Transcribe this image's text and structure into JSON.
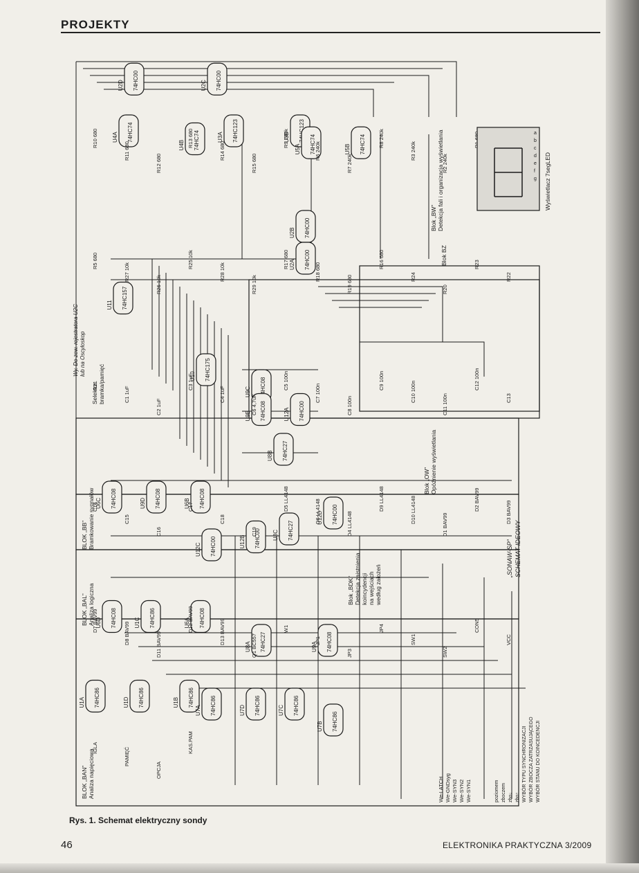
{
  "header": {
    "title": "PROJEKTY"
  },
  "caption": "Rys. 1. Schemat elektryczny sondy",
  "footer": {
    "page": "46",
    "journal": "ELEKTRONIKA PRAKTYCZNA 3/2009"
  },
  "schematic": {
    "title_lines": [
      "„SONAW-SP”",
      "SCHEMAT IDEOWY"
    ],
    "blocks": [
      {
        "id": "ban",
        "lines": [
          "BLOK „BAN”",
          "Analiza napięciowa"
        ]
      },
      {
        "id": "bal",
        "lines": [
          "BLOK „BAL”",
          "Analiza logiczna"
        ]
      },
      {
        "id": "bb",
        "lines": [
          "BLOK „BB”",
          "Bramkowanie sygnałów"
        ]
      },
      {
        "id": "bdk",
        "lines": [
          "Blok „BDK”",
          "Detekcja zaistnienia",
          "koincydencji",
          "na wejściach",
          "według założeń"
        ]
      },
      {
        "id": "ow",
        "lines": [
          "Blok „OW”",
          "Opóźnienie wyświetlania"
        ]
      },
      {
        "id": "bw",
        "lines": [
          "Blok „BW”",
          "Detekcja fali i organizacja wyświetlania"
        ]
      },
      {
        "id": "bz",
        "lines": [
          "Blok BZ"
        ]
      },
      {
        "id": "sel",
        "lines": [
          "Selektor",
          "bramka/pamięć"
        ]
      }
    ],
    "chips": [
      {
        "ref": "U2D",
        "part": "74HC00"
      },
      {
        "ref": "U2C",
        "part": "74HC00"
      },
      {
        "ref": "U4A",
        "part": "74HC74"
      },
      {
        "ref": "U4B",
        "part": "74HC74"
      },
      {
        "ref": "U3A",
        "part": "74HC123"
      },
      {
        "ref": "U3B",
        "part": "74HC123"
      },
      {
        "ref": "U5A",
        "part": "74HC74"
      },
      {
        "ref": "U5B",
        "part": "74HC74"
      },
      {
        "ref": "U2B",
        "part": "74HC00"
      },
      {
        "ref": "U2A",
        "part": "74HC00"
      },
      {
        "ref": "U11",
        "part": "74HC157"
      },
      {
        "ref": "U10",
        "part": "74HC175"
      },
      {
        "ref": "U9C",
        "part": "74HC08"
      },
      {
        "ref": "U9B",
        "part": "74HC08"
      },
      {
        "ref": "U12A",
        "part": "74HC00"
      },
      {
        "ref": "U6C",
        "part": "74HC08"
      },
      {
        "ref": "U9D",
        "part": "74HC08"
      },
      {
        "ref": "U6B",
        "part": "74HC08"
      },
      {
        "ref": "U12C",
        "part": "74HC00"
      },
      {
        "ref": "U12B",
        "part": "74HC00"
      },
      {
        "ref": "U8B",
        "part": "74HC27"
      },
      {
        "ref": "U8C",
        "part": "74HC27"
      },
      {
        "ref": "U12D",
        "part": "74HC00"
      },
      {
        "ref": "U6D",
        "part": "74HC08"
      },
      {
        "ref": "U1C",
        "part": "74HC86"
      },
      {
        "ref": "U6A",
        "part": "74HC08"
      },
      {
        "ref": "U1A",
        "part": "74HC86"
      },
      {
        "ref": "U1D",
        "part": "74HC86"
      },
      {
        "ref": "U1B",
        "part": "74HC86"
      },
      {
        "ref": "U8A",
        "part": "74HC27"
      },
      {
        "ref": "U9A",
        "part": "74HC08"
      },
      {
        "ref": "U7A",
        "part": "74HC86"
      },
      {
        "ref": "U7D",
        "part": "74HC86"
      },
      {
        "ref": "U7C",
        "part": "74HC86"
      },
      {
        "ref": "U7B",
        "part": "74HC86"
      }
    ],
    "parts": [
      "R10 680",
      "R11 680",
      "R12 680",
      "R13 680",
      "R14 680",
      "R15 680",
      "R9 240k",
      "R6 240k",
      "R7 240k",
      "R8 240k",
      "R3 240k",
      "R2 240k",
      "R1 680",
      "R4 680",
      "R5 680",
      "R27 10k",
      "R26 10k",
      "R25 10k",
      "R28 10k",
      "R29 10k",
      "R17 680",
      "R18 680",
      "R19 680",
      "R16 680",
      "R24",
      "R20",
      "R23",
      "R22",
      "R21",
      "C1 1uF",
      "C2 1uF",
      "C3 1uF",
      "C4 1uF",
      "C6 4,7uF",
      "C5 100n",
      "C7 100n",
      "C8 100n",
      "C9 100n",
      "C10 100n",
      "C11 100n",
      "C12 100n",
      "C13",
      "C14",
      "C15",
      "C16",
      "C17",
      "C18",
      "C19",
      "D5 LL4148",
      "D6 LL4148",
      "D4 LL4148",
      "D9 LL4148",
      "D10 LL4148",
      "D1 BAV99",
      "D2 BAV99",
      "D3 BAV99",
      "D7 BAV99",
      "D8 BAV99",
      "D11 BAV99",
      "D12 BAV99",
      "D13 BAV99",
      "Q1 BC557",
      "W1",
      "JP1",
      "JP3",
      "JP4",
      "SW1",
      "SW2",
      "CON5",
      "VCC",
      "IGLA",
      "PAMIĘĆ",
      "OPCJA",
      "KAS.PAM"
    ],
    "inputs": [
      "We-LATCH",
      "We-GNDsyg",
      "We-SYN3",
      "We-SYN2",
      "We-SYN1"
    ],
    "jp4_label": [
      "Wy. Do zew. rejestratora U2C",
      "lub na Oscyloskop"
    ],
    "display": {
      "label": "Wyświetlacz 7segLED",
      "segments": [
        "a",
        "b",
        "c",
        "d",
        "e",
        "f",
        "g"
      ]
    },
    "switch_notes": [
      "poziomem",
      "zboczem",
      "zbo↓",
      "zbo↑",
      "WYBÓR TYPU SYNCHRONIZACJI",
      "WYBÓR ZBOCZA ZATRZASUJĄCEGO",
      "WYBÓR STANU DO KOINCEDENCJI"
    ]
  }
}
